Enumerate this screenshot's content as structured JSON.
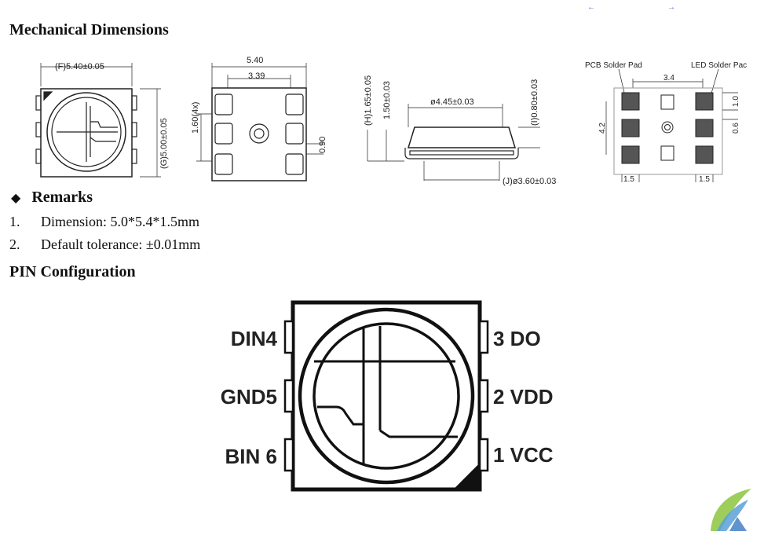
{
  "sections": {
    "mechanical_title": "Mechanical Dimensions",
    "remarks_title": "Remarks",
    "pin_title": "PIN Configuration"
  },
  "remarks": [
    {
      "num": "1.",
      "text": "Dimension: 5.0*5.4*1.5mm"
    },
    {
      "num": "2.",
      "text": "Default tolerance: ±0.01mm"
    }
  ],
  "drawing1": {
    "f_dim": "(F)5.40±0.05",
    "g_dim": "(G)5.00±0.05"
  },
  "drawing2": {
    "w_dim": "5.40",
    "inner_dim": "3.39",
    "pad_dim": "1.60(4x)",
    "gap_dim": "0.90"
  },
  "drawing3": {
    "h_dim": "(H)1.65±0.05",
    "body_dim": "1.50±0.03",
    "lens_dim": "ø4.45±0.03",
    "i_dim": "(I)0.80±0.03",
    "j_dim": "(J)ø3.60±0.03"
  },
  "drawing4": {
    "pcb_label": "PCB Solder Pad",
    "led_label": "LED Solder Pac",
    "d34": "3.4",
    "d42": "4.2",
    "d10": "1.0",
    "d06": "0.6",
    "d15a": "1.5",
    "d15b": "1.5"
  },
  "pins": {
    "left": [
      "DIN4",
      "GND5",
      "BIN 6"
    ],
    "right": [
      "3 DO",
      "2 VDD",
      "1 VCC"
    ]
  }
}
